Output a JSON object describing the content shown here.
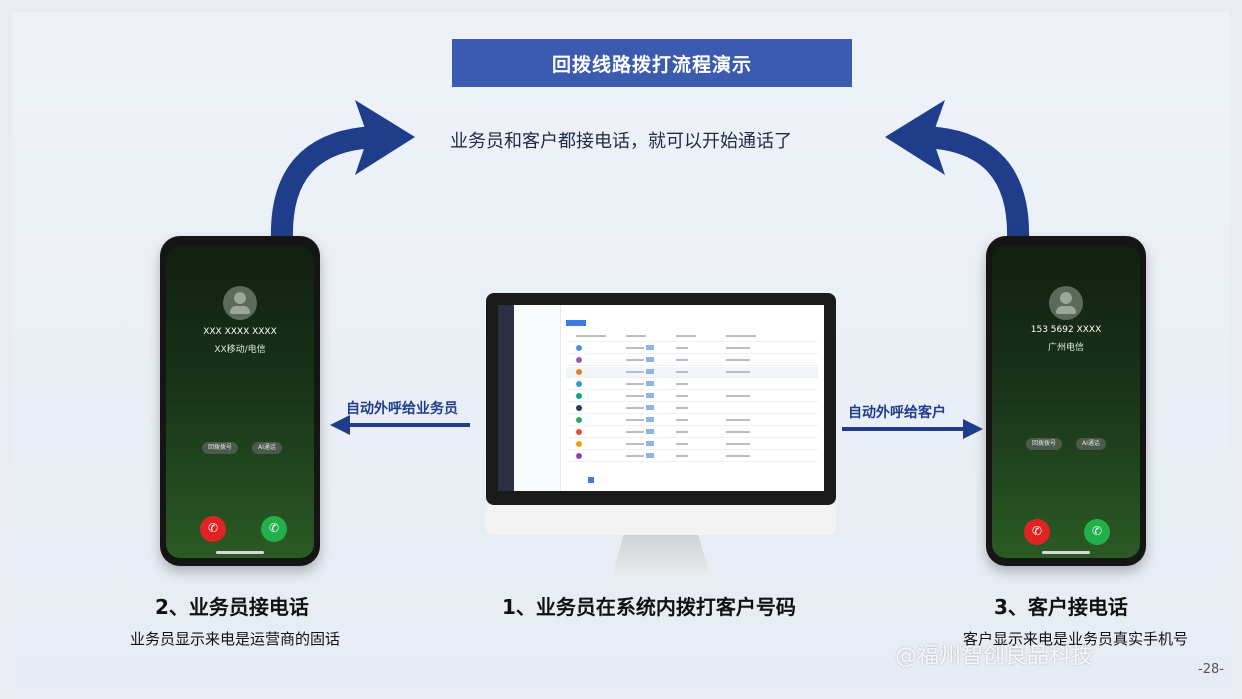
{
  "title": "回拨线路拨打流程演示",
  "subtitle": "业务员和客户都接电话，就可以开始通话了",
  "left_phone": {
    "number": "XXX XXXX XXXX",
    "carrier": "XX移动/电信",
    "pill_left": "回拨拨号",
    "pill_right": "AI通话"
  },
  "right_phone": {
    "number": "153 5692 XXXX",
    "carrier": "广州电信",
    "pill_left": "回拨拨号",
    "pill_right": "AI通话"
  },
  "arrow_left_label": "自动外呼给业务员",
  "arrow_right_label": "自动外呼给客户",
  "step1": {
    "title": "1、业务员在系统内拨打客户号码"
  },
  "step2": {
    "title": "2、业务员接电话",
    "desc": "业务员显示来电是运营商的固话"
  },
  "step3": {
    "title": "3、客户接电话",
    "desc": "客户显示来电是业务员真实手机号"
  },
  "watermark": "@福州智创良品科技",
  "page_number": "-28-",
  "colors": {
    "banner": "#3a5bb0",
    "arrow": "#1f3d8a",
    "decline": "#e02424",
    "accept": "#22b04b"
  },
  "icons": {
    "decline": "phone-decline-icon",
    "accept": "phone-accept-icon",
    "contact": "avatar-icon"
  }
}
